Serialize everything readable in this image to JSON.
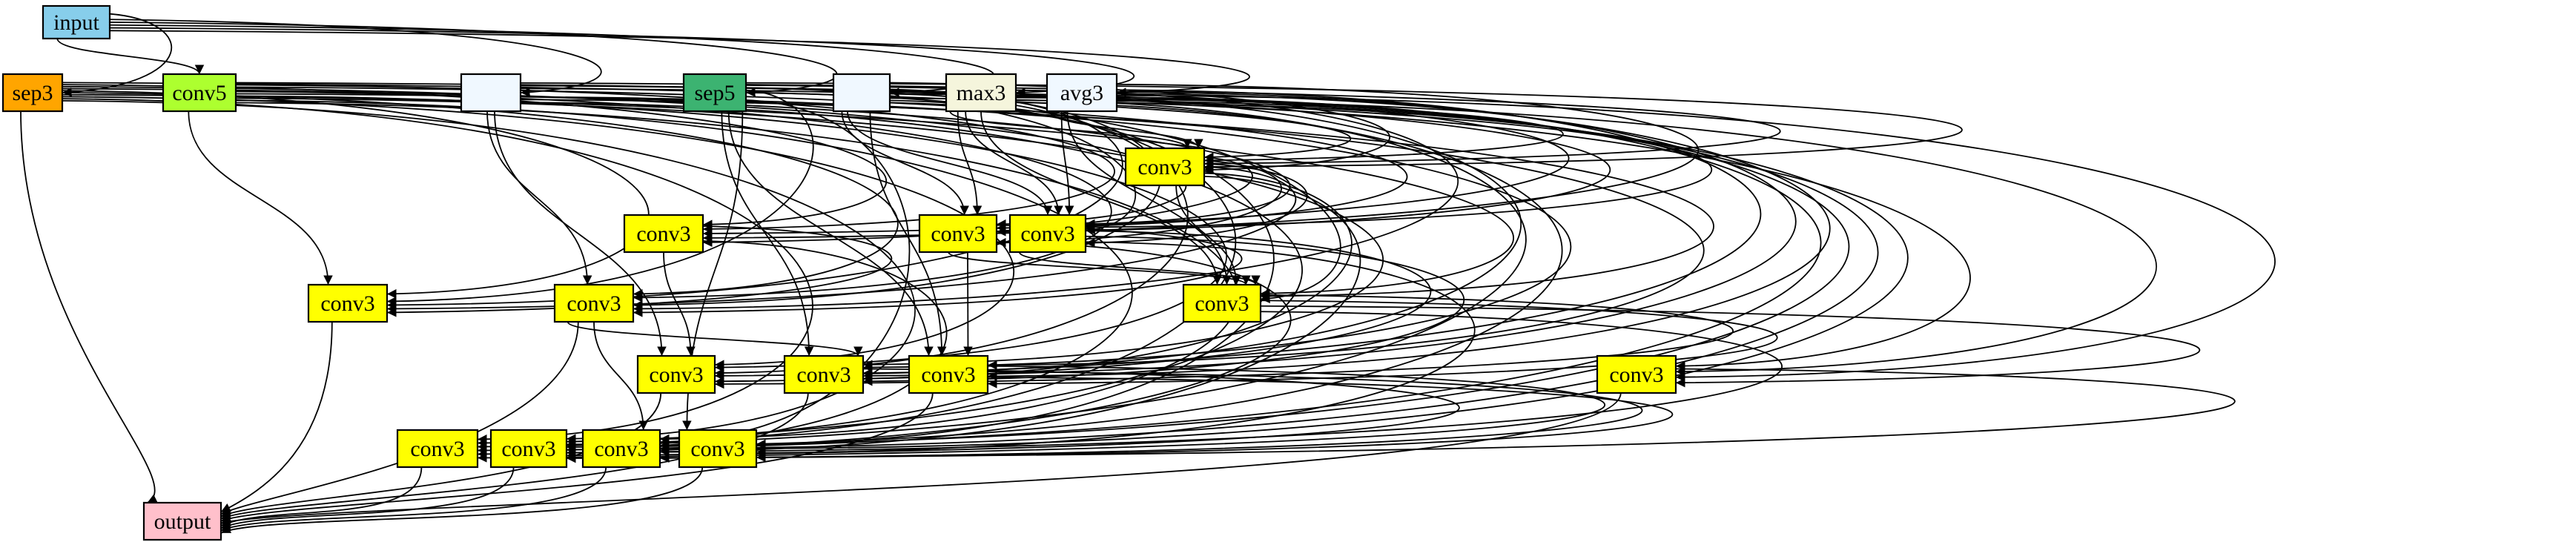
{
  "colors": {
    "input": "#87ceeb",
    "sep3": "#ffa500",
    "conv5": "#adff2f",
    "pool_blank": "#f0f8ff",
    "sep5": "#3cb371",
    "max3": "#f5f5dc",
    "avg3": "#f0f8ff",
    "conv3": "#ffff00",
    "output": "#ffc0cb"
  },
  "nodes": [
    {
      "id": "n_input",
      "label": "input",
      "color": "#87ceeb"
    },
    {
      "id": "n_sep3",
      "label": "sep3",
      "color": "#ffa500"
    },
    {
      "id": "n_conv5",
      "label": "conv5",
      "color": "#adff2f"
    },
    {
      "id": "n_blank1",
      "label": "",
      "color": "#f0f8ff"
    },
    {
      "id": "n_sep5",
      "label": "sep5",
      "color": "#3cb371"
    },
    {
      "id": "n_blank2",
      "label": "",
      "color": "#f0f8ff"
    },
    {
      "id": "n_max3",
      "label": "max3",
      "color": "#f5f5dc"
    },
    {
      "id": "n_avg3",
      "label": "avg3",
      "color": "#f0f8ff"
    },
    {
      "id": "c_a",
      "label": "conv3",
      "color": "#ffff00"
    },
    {
      "id": "c_b1",
      "label": "conv3",
      "color": "#ffff00"
    },
    {
      "id": "c_b2",
      "label": "conv3",
      "color": "#ffff00"
    },
    {
      "id": "c_b3",
      "label": "conv3",
      "color": "#ffff00"
    },
    {
      "id": "c_c1",
      "label": "conv3",
      "color": "#ffff00"
    },
    {
      "id": "c_c2",
      "label": "conv3",
      "color": "#ffff00"
    },
    {
      "id": "c_c3",
      "label": "conv3",
      "color": "#ffff00"
    },
    {
      "id": "c_d1",
      "label": "conv3",
      "color": "#ffff00"
    },
    {
      "id": "c_d2",
      "label": "conv3",
      "color": "#ffff00"
    },
    {
      "id": "c_d3",
      "label": "conv3",
      "color": "#ffff00"
    },
    {
      "id": "c_d4",
      "label": "conv3",
      "color": "#ffff00"
    },
    {
      "id": "c_e1",
      "label": "conv3",
      "color": "#ffff00"
    },
    {
      "id": "c_e2",
      "label": "conv3",
      "color": "#ffff00"
    },
    {
      "id": "c_e3",
      "label": "conv3",
      "color": "#ffff00"
    },
    {
      "id": "c_e4",
      "label": "conv3",
      "color": "#ffff00"
    },
    {
      "id": "n_output",
      "label": "output",
      "color": "#ffc0cb"
    }
  ],
  "edges": [
    [
      "n_input",
      "n_sep3"
    ],
    [
      "n_input",
      "n_conv5"
    ],
    [
      "n_input",
      "n_blank1"
    ],
    [
      "n_input",
      "n_sep5"
    ],
    [
      "n_input",
      "n_blank2"
    ],
    [
      "n_input",
      "n_max3"
    ],
    [
      "n_input",
      "n_avg3"
    ],
    [
      "n_sep3",
      "c_a"
    ],
    [
      "n_sep3",
      "c_b1"
    ],
    [
      "n_sep3",
      "c_b2"
    ],
    [
      "n_sep3",
      "c_b3"
    ],
    [
      "n_sep3",
      "c_c1"
    ],
    [
      "n_sep3",
      "c_c2"
    ],
    [
      "n_sep3",
      "c_c3"
    ],
    [
      "n_sep3",
      "c_d1"
    ],
    [
      "n_sep3",
      "c_e1"
    ],
    [
      "n_sep3",
      "c_e2"
    ],
    [
      "n_sep3",
      "n_output"
    ],
    [
      "n_conv5",
      "c_a"
    ],
    [
      "n_conv5",
      "c_b1"
    ],
    [
      "n_conv5",
      "c_b2"
    ],
    [
      "n_conv5",
      "c_c1"
    ],
    [
      "n_conv5",
      "c_c2"
    ],
    [
      "n_conv5",
      "c_c3"
    ],
    [
      "n_conv5",
      "c_d1"
    ],
    [
      "n_conv5",
      "c_d2"
    ],
    [
      "n_conv5",
      "c_e2"
    ],
    [
      "n_conv5",
      "c_e3"
    ],
    [
      "n_blank1",
      "c_a"
    ],
    [
      "n_blank1",
      "c_b2"
    ],
    [
      "n_blank1",
      "c_b3"
    ],
    [
      "n_blank1",
      "c_c2"
    ],
    [
      "n_blank1",
      "c_d1"
    ],
    [
      "n_blank1",
      "c_d2"
    ],
    [
      "n_blank1",
      "c_d3"
    ],
    [
      "n_blank1",
      "c_e1"
    ],
    [
      "n_sep5",
      "c_a"
    ],
    [
      "n_sep5",
      "c_b1"
    ],
    [
      "n_sep5",
      "c_b3"
    ],
    [
      "n_sep5",
      "c_c1"
    ],
    [
      "n_sep5",
      "c_c3"
    ],
    [
      "n_sep5",
      "c_d2"
    ],
    [
      "n_sep5",
      "c_d3"
    ],
    [
      "n_sep5",
      "c_e3"
    ],
    [
      "n_sep5",
      "c_e4"
    ],
    [
      "n_blank2",
      "c_a"
    ],
    [
      "n_blank2",
      "c_b2"
    ],
    [
      "n_blank2",
      "c_b3"
    ],
    [
      "n_blank2",
      "c_c1"
    ],
    [
      "n_blank2",
      "c_c2"
    ],
    [
      "n_blank2",
      "c_d1"
    ],
    [
      "n_blank2",
      "c_d3"
    ],
    [
      "n_blank2",
      "c_d4"
    ],
    [
      "n_blank2",
      "c_e2"
    ],
    [
      "n_blank2",
      "c_e4"
    ],
    [
      "n_max3",
      "c_a"
    ],
    [
      "n_max3",
      "c_b2"
    ],
    [
      "n_max3",
      "c_b3"
    ],
    [
      "n_max3",
      "c_c2"
    ],
    [
      "n_max3",
      "c_c3"
    ],
    [
      "n_max3",
      "c_d2"
    ],
    [
      "n_max3",
      "c_d4"
    ],
    [
      "n_max3",
      "c_e1"
    ],
    [
      "n_max3",
      "c_e3"
    ],
    [
      "n_avg3",
      "c_a"
    ],
    [
      "n_avg3",
      "c_b1"
    ],
    [
      "n_avg3",
      "c_b3"
    ],
    [
      "n_avg3",
      "c_c3"
    ],
    [
      "n_avg3",
      "c_d1"
    ],
    [
      "n_avg3",
      "c_d2"
    ],
    [
      "n_avg3",
      "c_d3"
    ],
    [
      "n_avg3",
      "c_d4"
    ],
    [
      "n_avg3",
      "c_e1"
    ],
    [
      "n_avg3",
      "c_e2"
    ],
    [
      "n_avg3",
      "c_e3"
    ],
    [
      "n_avg3",
      "c_e4"
    ],
    [
      "c_a",
      "c_b1"
    ],
    [
      "c_a",
      "c_b2"
    ],
    [
      "c_a",
      "c_b3"
    ],
    [
      "c_a",
      "c_c1"
    ],
    [
      "c_a",
      "c_c3"
    ],
    [
      "c_a",
      "c_d2"
    ],
    [
      "c_a",
      "c_e3"
    ],
    [
      "c_b1",
      "c_c1"
    ],
    [
      "c_b1",
      "c_d1"
    ],
    [
      "c_b1",
      "c_e2"
    ],
    [
      "c_b2",
      "c_c2"
    ],
    [
      "c_b2",
      "c_c3"
    ],
    [
      "c_b2",
      "c_d3"
    ],
    [
      "c_b2",
      "c_e1"
    ],
    [
      "c_b3",
      "c_c3"
    ],
    [
      "c_b3",
      "c_d1"
    ],
    [
      "c_b3",
      "c_d2"
    ],
    [
      "c_b3",
      "c_e4"
    ],
    [
      "c_c1",
      "n_output"
    ],
    [
      "c_c2",
      "c_d2"
    ],
    [
      "c_c2",
      "c_e3"
    ],
    [
      "c_c2",
      "n_output"
    ],
    [
      "c_c3",
      "c_d1"
    ],
    [
      "c_c3",
      "c_d3"
    ],
    [
      "c_c3",
      "c_d4"
    ],
    [
      "c_c3",
      "c_e2"
    ],
    [
      "c_d1",
      "n_output"
    ],
    [
      "c_d2",
      "c_e2"
    ],
    [
      "c_d2",
      "n_output"
    ],
    [
      "c_d3",
      "c_e1"
    ],
    [
      "c_d3",
      "c_e3"
    ],
    [
      "c_d3",
      "c_e4"
    ],
    [
      "c_d3",
      "n_output"
    ],
    [
      "c_d4",
      "c_e2"
    ],
    [
      "c_d4",
      "n_output"
    ],
    [
      "c_e1",
      "n_output"
    ],
    [
      "c_e2",
      "n_output"
    ],
    [
      "c_e3",
      "n_output"
    ],
    [
      "c_e4",
      "n_output"
    ]
  ]
}
